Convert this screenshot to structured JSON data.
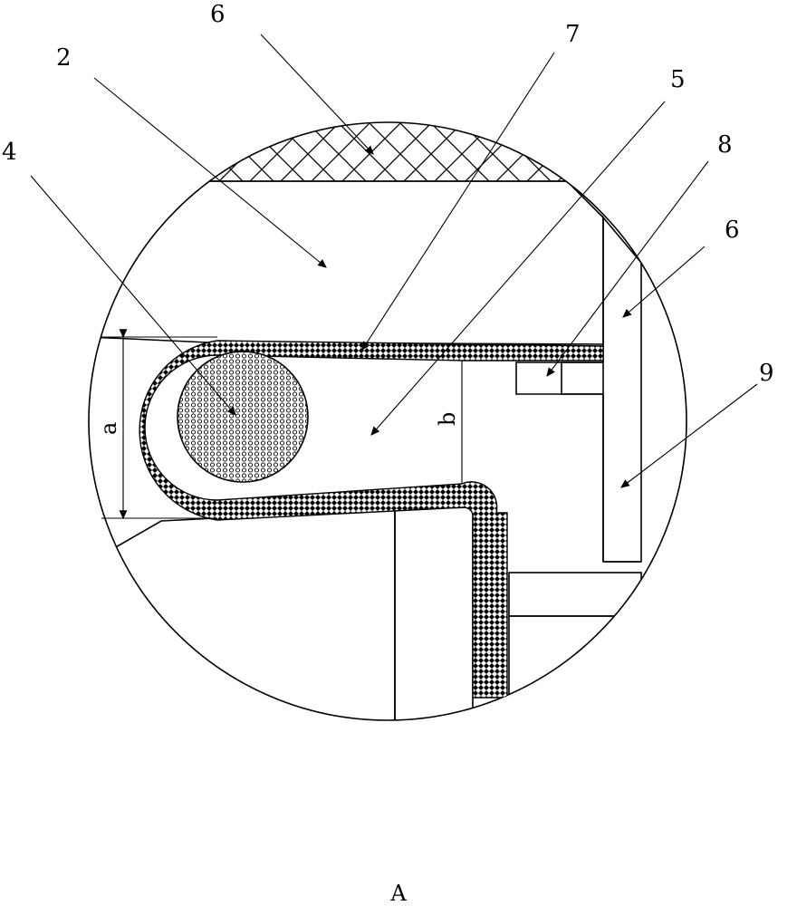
{
  "figure": {
    "view_label": "A",
    "reference_numerals": {
      "n2": "2",
      "n4": "4",
      "n5": "5",
      "n6_top": "6",
      "n6_right": "6",
      "n7": "7",
      "n8": "8",
      "n9": "9"
    },
    "dimensions": {
      "a": "a",
      "b": "b"
    }
  }
}
